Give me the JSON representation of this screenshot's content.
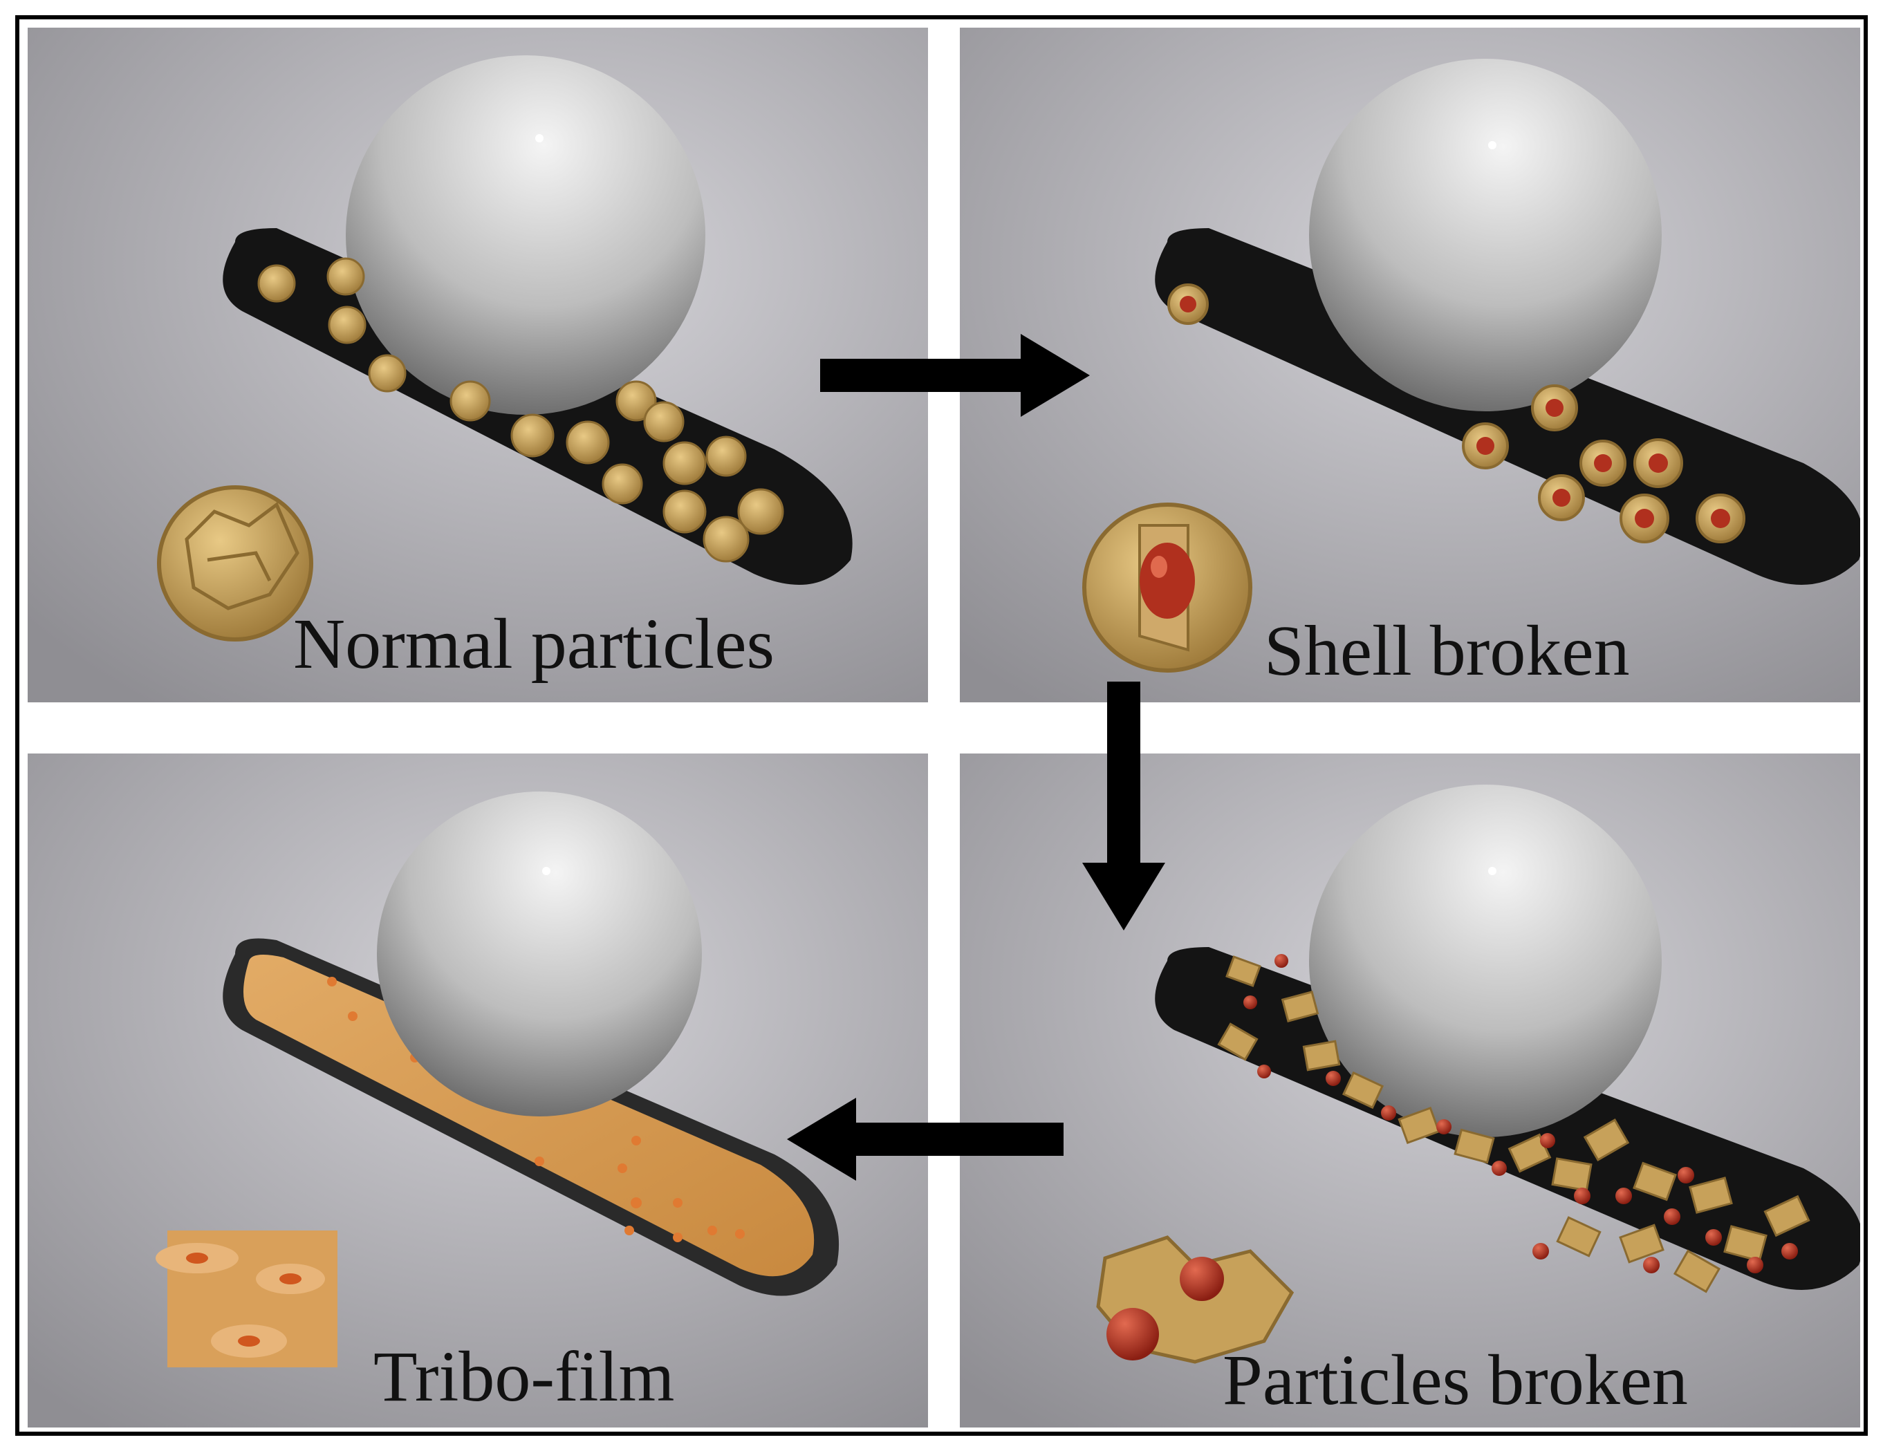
{
  "panels": {
    "normal": {
      "label": "Normal particles"
    },
    "shell": {
      "label": "Shell broken"
    },
    "particles": {
      "label": "Particles broken"
    },
    "tribo": {
      "label": "Tribo-film"
    }
  },
  "colors": {
    "background_gray": "#a7a6ab",
    "track_black": "#141414",
    "sphere": "#c9c9c9",
    "particle_gold": "#c7a15a",
    "core_red": "#b0301e",
    "film_orange": "#d9a05a",
    "arrow": "#000000"
  },
  "icons": {
    "flow_arrow": "thick-black-arrow"
  }
}
